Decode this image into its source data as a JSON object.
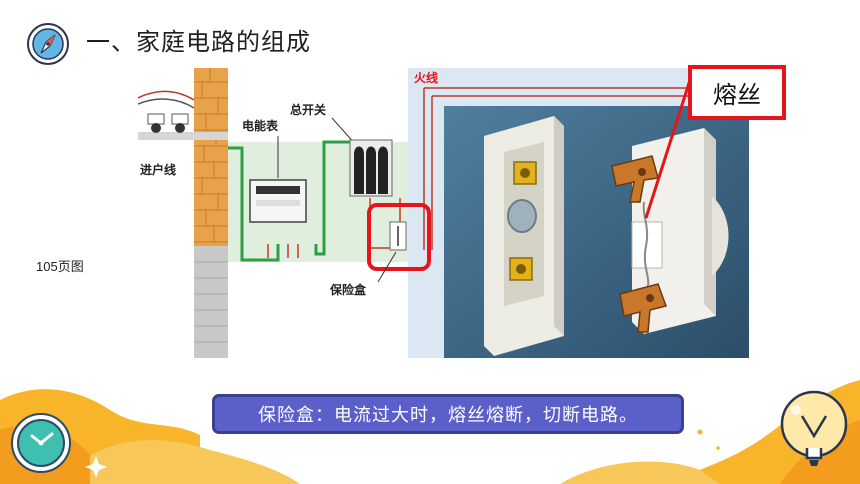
{
  "header": {
    "title": "一、家庭电路的组成"
  },
  "side_note": "105页图",
  "diagram": {
    "labels": {
      "live_wire": "火线",
      "service_entrance": "进户线",
      "energy_meter": "电能表",
      "main_switch": "总开关",
      "fuse_box": "保险盒"
    }
  },
  "callout": {
    "label": "熔丝"
  },
  "caption": {
    "text": "保险盒：电流过大时，熔丝熔断，切断电路。"
  },
  "colors": {
    "accent_red": "#e8141b",
    "caption_bg": "#5a5fc9",
    "wall_orange": "#e8a24a",
    "deco_yellow": "#f9b52a",
    "clock_teal": "#3fbfb0"
  },
  "icons": {
    "header": "compass-icon",
    "bottom_left": "clock-icon",
    "bottom_right": "lightbulb-icon"
  }
}
